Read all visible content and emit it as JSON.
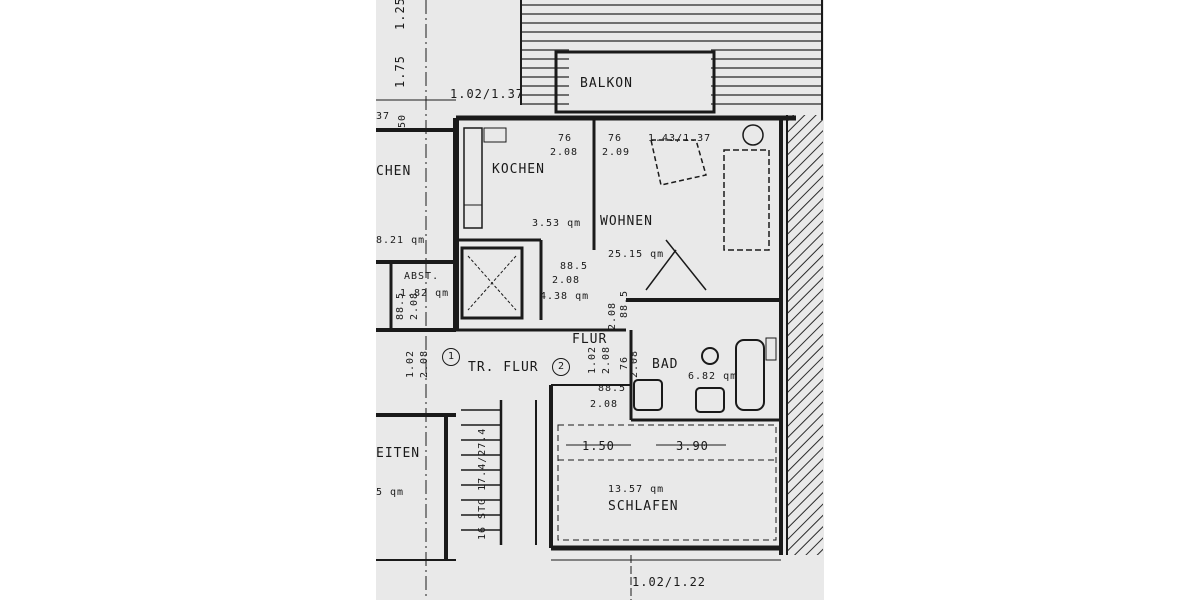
{
  "rooms": {
    "balkon": "BALKON",
    "kochen": "KOCHEN",
    "kochen_left": "CHEN",
    "wohnen": "WOHNEN",
    "abst": "ABST.",
    "flur": "FLUR",
    "tr_flur": "TR. FLUR",
    "bad": "BAD",
    "schlafen": "SCHLAFEN",
    "seiten": "EITEN"
  },
  "areas": {
    "kochen": "3.53 qm",
    "kochen_left": "8.21 qm",
    "wohnen": "25.15 qm",
    "abst": "1.82 qm",
    "flur": "4.38 qm",
    "bad": "6.82 qm",
    "schlafen": "13.57 qm",
    "seiten": "5 qm"
  },
  "dimensions": {
    "top_window": "1.02/1.37",
    "bottom_window": "1.02/1.22",
    "wohnen_window": "1.43/1.37",
    "door_left_top": "76",
    "door_left_bottom": "2.08",
    "door_right_top": "76",
    "door_right_bottom": "2.09",
    "kitchen_door_top": "88.5",
    "kitchen_door_bottom": "2.08",
    "flur_door_top": "88.5",
    "flur_door_bottom": "2.08",
    "bath_door_top": "88.5",
    "bath_door_bottom": "2.08",
    "bed_door_top": "88.5",
    "bed_door_bottom": "2.08",
    "flur_left_top": "1.02",
    "flur_left_bottom": "2.08",
    "flur_vert_a": "1.02",
    "flur_vert_b": "2.08",
    "bath_vert_a": "76",
    "bath_vert_b": "2.08",
    "width_150": "1.50",
    "width_390": "3.90",
    "margin_125": "1.25",
    "margin_175": "1.75",
    "margin_37": "37",
    "margin_50": "50",
    "stairs": "16 STG 17.4/27.4"
  },
  "markers": {
    "one": "1",
    "two": "2"
  }
}
